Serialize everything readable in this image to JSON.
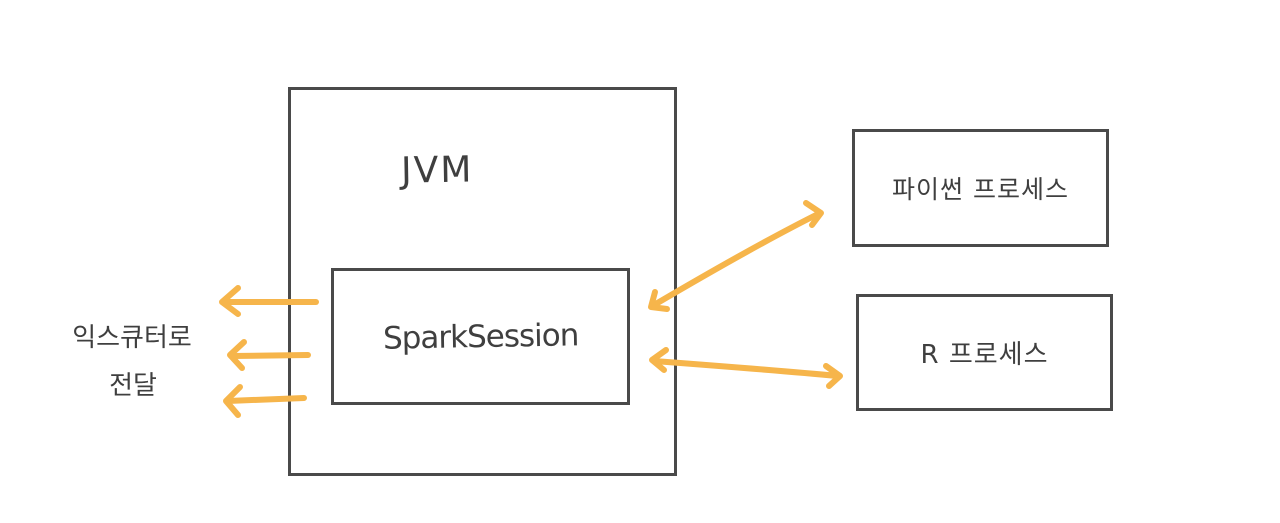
{
  "diagram": {
    "jvm_label": "JVM",
    "spark_session_label": "SparkSession",
    "python_process_label": "파이썬 프로세스",
    "r_process_label": "R 프로세스",
    "executor_label_line1": "익스큐터로",
    "executor_label_line2": "전달"
  },
  "colors": {
    "arrow": "#f6b54b",
    "outline": "#4a4a4a",
    "text": "#3f3f3f",
    "background": "#ffffff"
  }
}
